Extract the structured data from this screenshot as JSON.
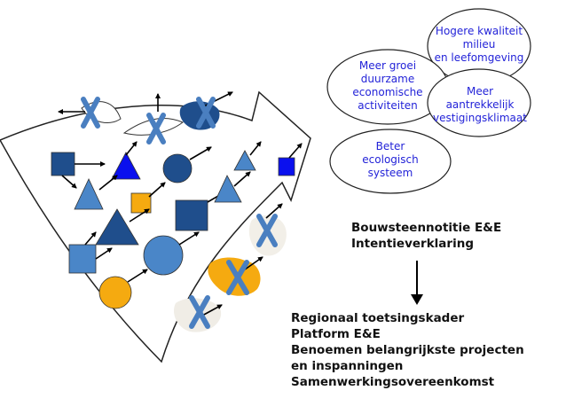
{
  "colors": {
    "navy": "#1f4e8c",
    "steel": "#4a86c8",
    "blue": "#0a10ee",
    "orange": "#f5aa10",
    "cross": "#4a7fc0",
    "ellipse_text": "#2323d8"
  },
  "ellipses": [
    {
      "id": "hogere-kwaliteit",
      "lines": [
        "Hogere kwaliteit",
        "milieu",
        "en leefomgeving"
      ]
    },
    {
      "id": "meer-groei",
      "lines": [
        "Meer groei",
        "duurzame",
        "economische",
        "activiteiten"
      ]
    },
    {
      "id": "meer-aantrekkelijk",
      "lines": [
        "Meer",
        "aantrekkelijk",
        "vestigingsklimaat"
      ]
    },
    {
      "id": "beter-ecologisch",
      "lines": [
        "Beter",
        "ecologisch",
        "systeem"
      ]
    }
  ],
  "block_top": {
    "line1": "Bouwsteennotitie E&E",
    "line2": "Intentieverklaring"
  },
  "block_bottom": {
    "line1": "Regionaal toetsingskader",
    "line2": "Platform E&E",
    "line3": "Benoemen belangrijkste projecten",
    "line4": "en inspanningen",
    "line5": "Samenwerkingsovereenkomst"
  },
  "icons": {
    "crossed_shapes": "x-cross-icon",
    "flow_arrow": "down-arrow-icon"
  }
}
